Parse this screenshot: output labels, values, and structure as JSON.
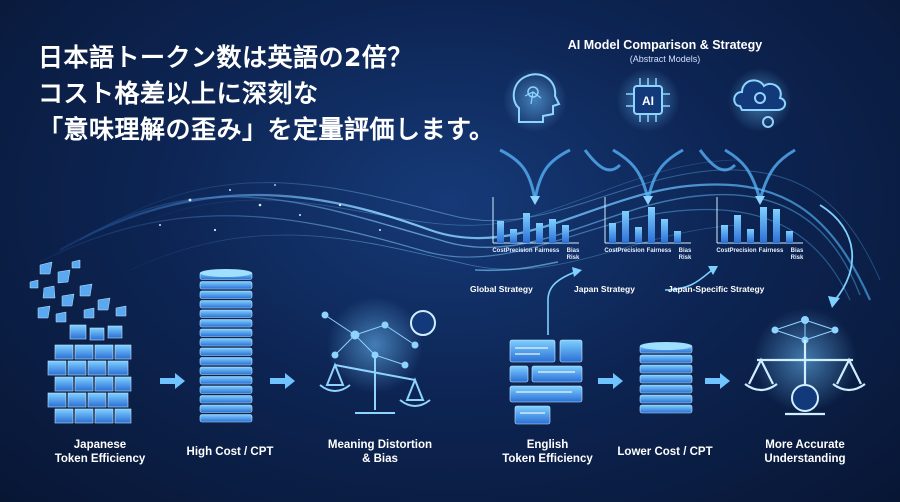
{
  "headline": {
    "line1": "日本語トークン数は英語の2倍？",
    "line2": "コスト格差以上に深刻な",
    "line3": "「意味理解の歪み」を定量評価します。"
  },
  "panel": {
    "title": "AI Model Comparison & Strategy",
    "subtitle": "(Abstract Models)",
    "model_icons": [
      "head-circuit-icon",
      "ai-chip-icon",
      "cloud-gear-icon"
    ],
    "metric_labels": [
      "Cost",
      "Precision",
      "Fairness",
      "Bias\nRisk"
    ],
    "charts": [
      {
        "values": [
          0.55,
          0.35,
          0.75,
          0.5,
          0.6,
          0.45
        ]
      },
      {
        "values": [
          0.5,
          0.8,
          0.4,
          0.9,
          0.6,
          0.3
        ]
      },
      {
        "values": [
          0.45,
          0.7,
          0.35,
          0.9,
          0.85,
          0.3
        ]
      }
    ]
  },
  "strategies": [
    "Global Strategy",
    "Japan Strategy",
    "Japan-Specific Strategy"
  ],
  "flow_top": [
    {
      "label": "Japanese\nToken Efficiency",
      "icon": "broken-blocks-icon"
    },
    {
      "label": "High Cost / CPT",
      "icon": "tall-stack-icon"
    },
    {
      "label": "Meaning Distortion\n& Bias",
      "icon": "distorted-scale-icon"
    }
  ],
  "flow_bottom": [
    {
      "label": "English\nToken Efficiency",
      "icon": "text-blocks-icon"
    },
    {
      "label": "Lower Cost / CPT",
      "icon": "short-stack-icon"
    },
    {
      "label": "More Accurate\nUnderstanding",
      "icon": "balanced-scale-icon"
    }
  ],
  "colors": {
    "accent": "#4fb3ff",
    "glow": "#8fd4ff",
    "deep": "#0d2554"
  }
}
